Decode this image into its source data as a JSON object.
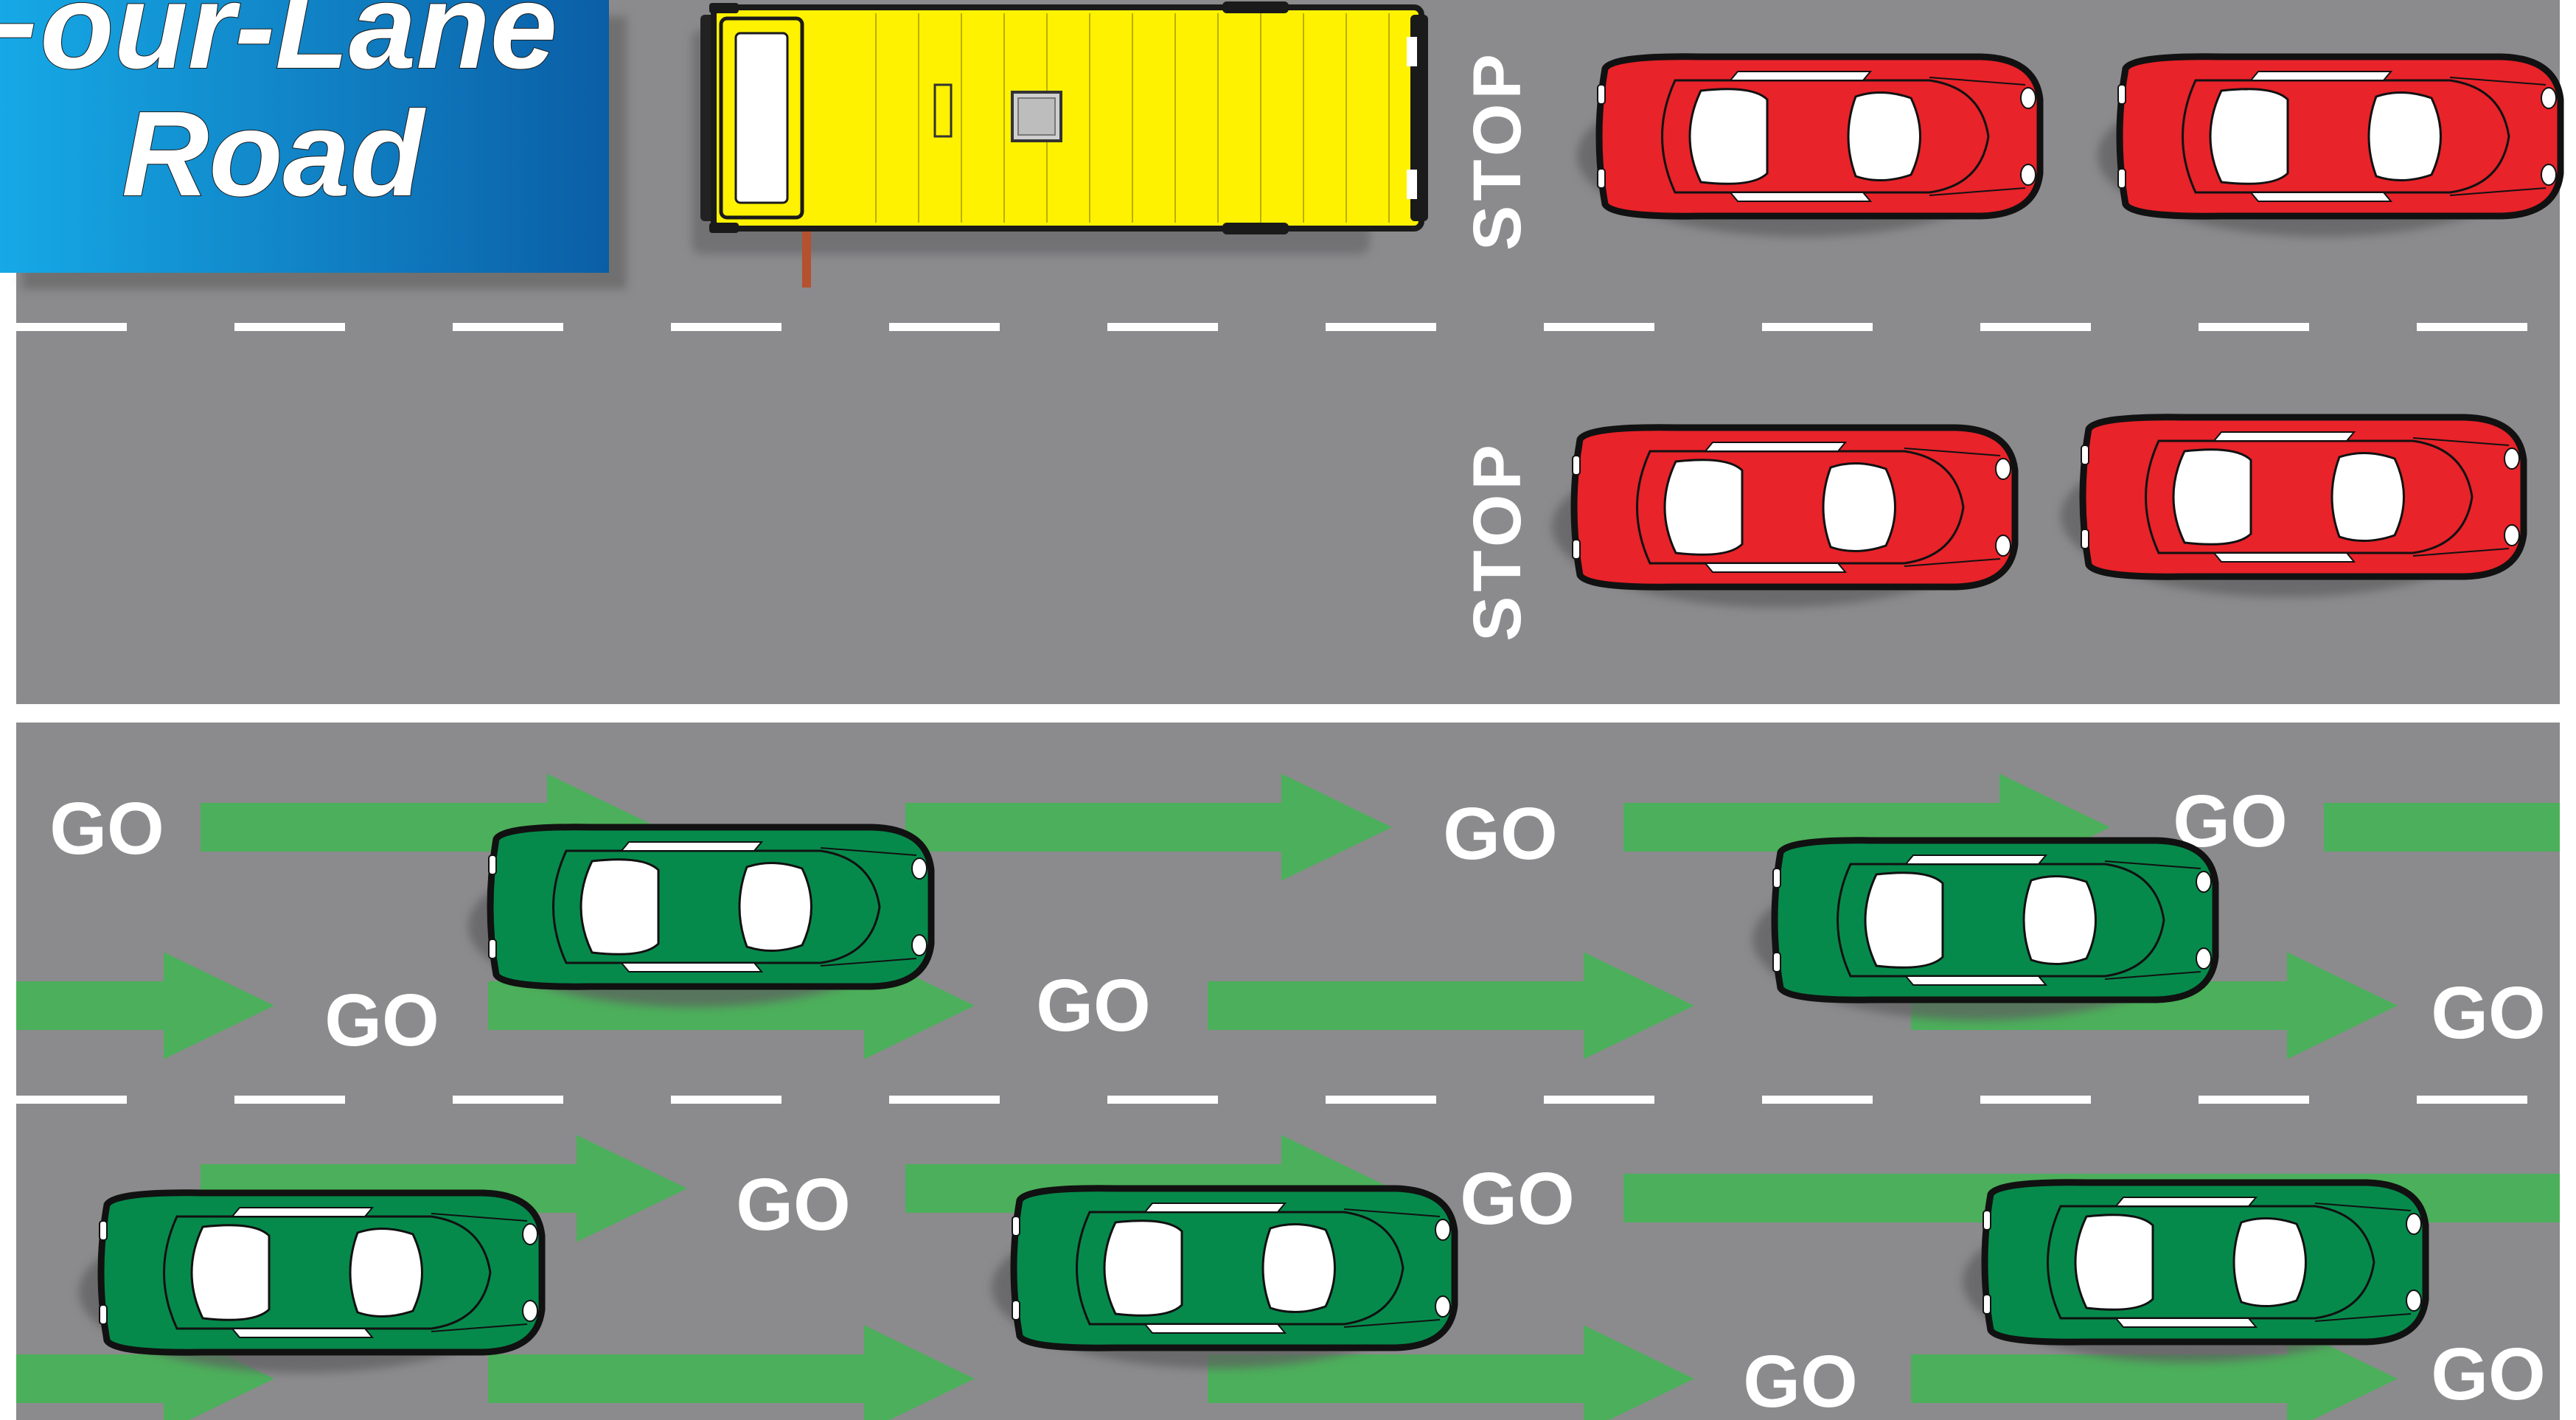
{
  "title": {
    "line1": "Four-Lane",
    "line2": "Road"
  },
  "labels": {
    "stop": "STOP",
    "go": "GO"
  },
  "colors": {
    "background": "#ffffff",
    "road": "#8b8b8d",
    "lane_marking": "#ffffff",
    "title_box_top": "#1ea3de",
    "title_box_bottom": "#0a5fa8",
    "stopped_car": "#e8232a",
    "moving_car": "#068a4c",
    "school_bus": "#fff200",
    "go_arrow": "#4caf5b"
  },
  "scene": {
    "stopped_vehicles": [
      "school-bus",
      "red-car",
      "red-car",
      "red-car",
      "red-car"
    ],
    "moving_vehicles": [
      "green-car",
      "green-car",
      "green-car",
      "green-car",
      "green-car"
    ]
  }
}
